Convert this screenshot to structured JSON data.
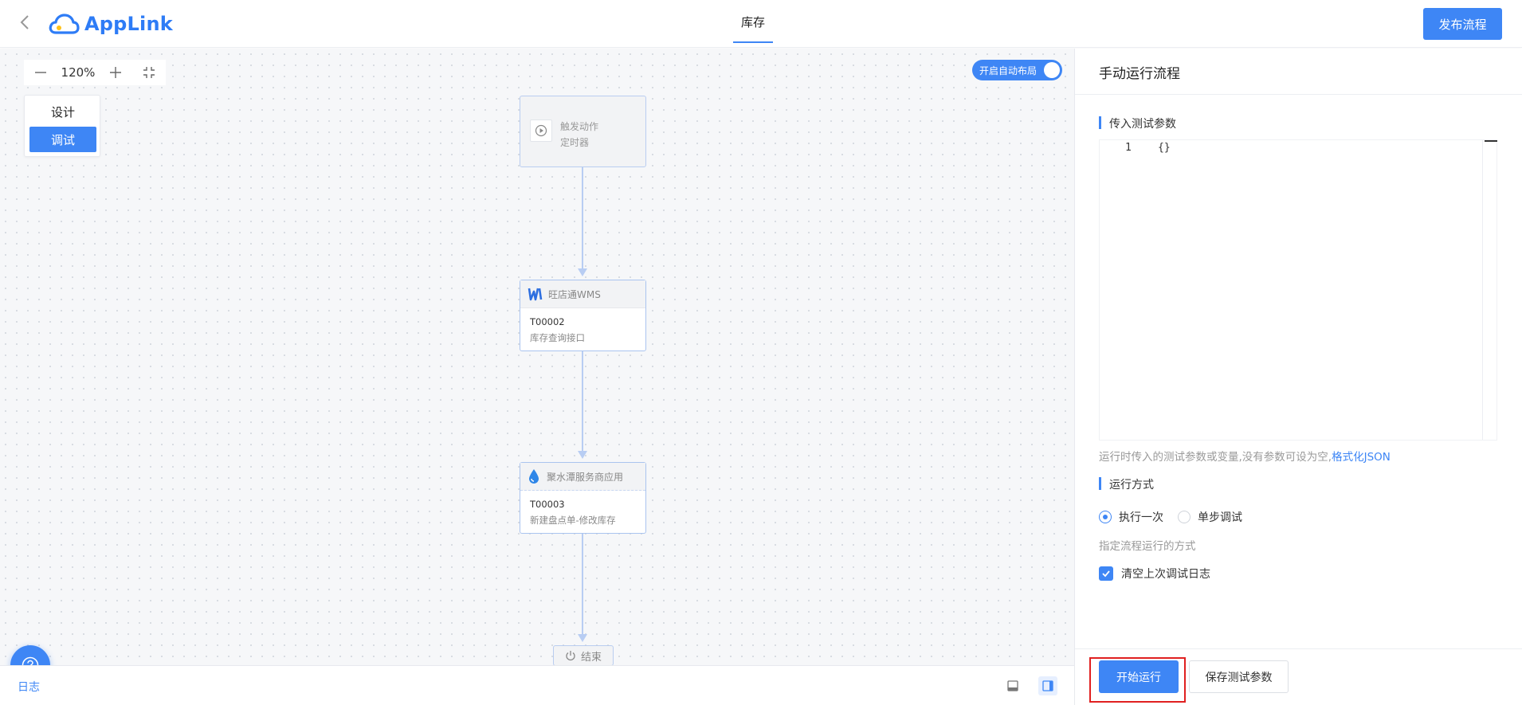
{
  "header": {
    "app_name": "AppLink",
    "active_tab": "库存",
    "publish_label": "发布流程"
  },
  "canvas": {
    "zoom_level": "120%",
    "modes": {
      "design_label": "设计",
      "debug_label": "调试"
    },
    "auto_layout_label": "开启自动布局",
    "nodes": {
      "trigger": {
        "line1": "触发动作",
        "line2": "定时器"
      },
      "wms": {
        "app_name": "旺店通WMS",
        "code": "T00002",
        "desc": "库存查询接口"
      },
      "water": {
        "app_name": "聚水潭服务商应用",
        "code": "T00003",
        "desc": "新建盘点单-修改库存"
      },
      "end_label": "结束"
    }
  },
  "bottom_bar": {
    "log_label": "日志"
  },
  "right_panel": {
    "title": "手动运行流程",
    "params_section_label": "传入测试参数",
    "editor": {
      "line_number": "1",
      "code": "{}"
    },
    "params_hint": "运行时传入的测试参数或变量,没有参数可设为空,",
    "format_json_link": "格式化JSON",
    "run_mode_label": "运行方式",
    "run_options": [
      "执行一次",
      "单步调试"
    ],
    "run_mode_hint": "指定流程运行的方式",
    "clear_log_label": "清空上次调试日志",
    "start_button": "开始运行",
    "save_button": "保存测试参数"
  },
  "colors": {
    "accent": "#3e86f5",
    "highlight_border": "#e02020"
  }
}
